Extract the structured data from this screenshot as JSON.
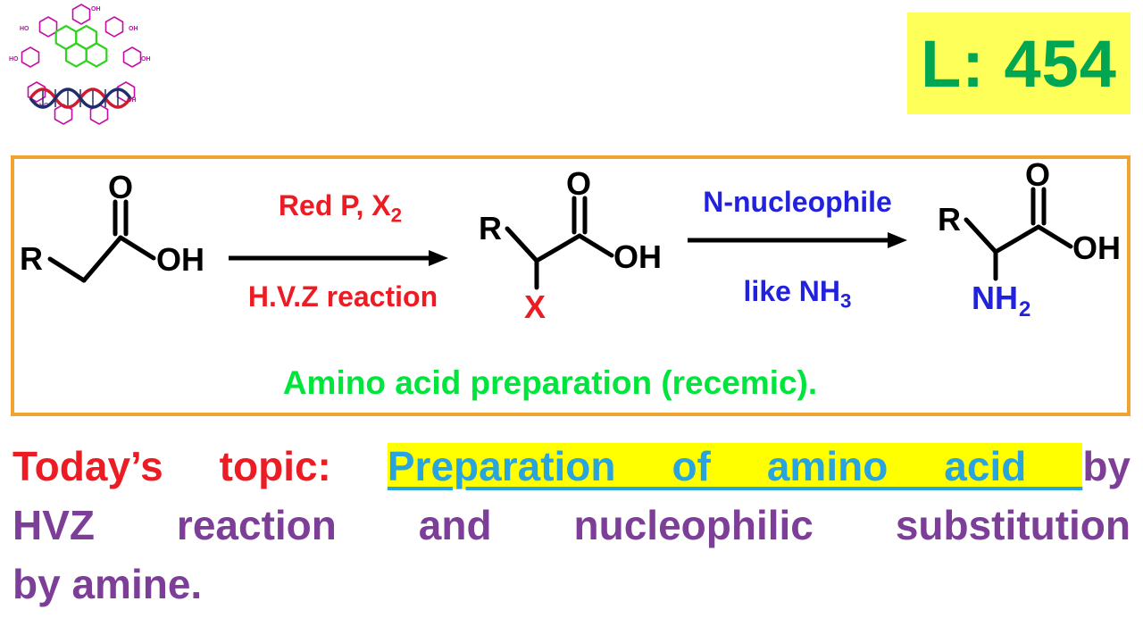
{
  "badge": {
    "label": "L: 454"
  },
  "logo": {
    "oh": "OH",
    "ho": "HO"
  },
  "scheme": {
    "caption": "Amino acid preparation (recemic).",
    "arrow1": {
      "above_main": "Red P, X",
      "above_sub": "2",
      "below": "H.V.Z reaction"
    },
    "arrow2": {
      "above": "N-nucleophile",
      "below_main": "like NH",
      "below_sub": "3"
    },
    "molecule1": {
      "r": "R",
      "o": "O",
      "oh": "OH"
    },
    "molecule2": {
      "r": "R",
      "o": "O",
      "oh": "OH",
      "x": "X"
    },
    "molecule3": {
      "r": "R",
      "o": "O",
      "oh": "OH",
      "amine_main": "NH",
      "amine_sub": "2"
    }
  },
  "topic": {
    "prefix": "Today’s topic: ",
    "highlight": "Preparation of amino acid ",
    "line1_end": "by",
    "line2": "HVZ reaction and nucleophilic substitution",
    "line3": "by amine."
  },
  "colors": {
    "badge_bg": "#ffff59",
    "badge_text": "#00a651",
    "box_border": "#f0a330",
    "red": "#ec1c24",
    "blue": "#2222dd",
    "green": "#00e53c",
    "purple": "#7c3e97",
    "cyan": "#29a4dc",
    "highlight_bg": "#ffff00"
  }
}
